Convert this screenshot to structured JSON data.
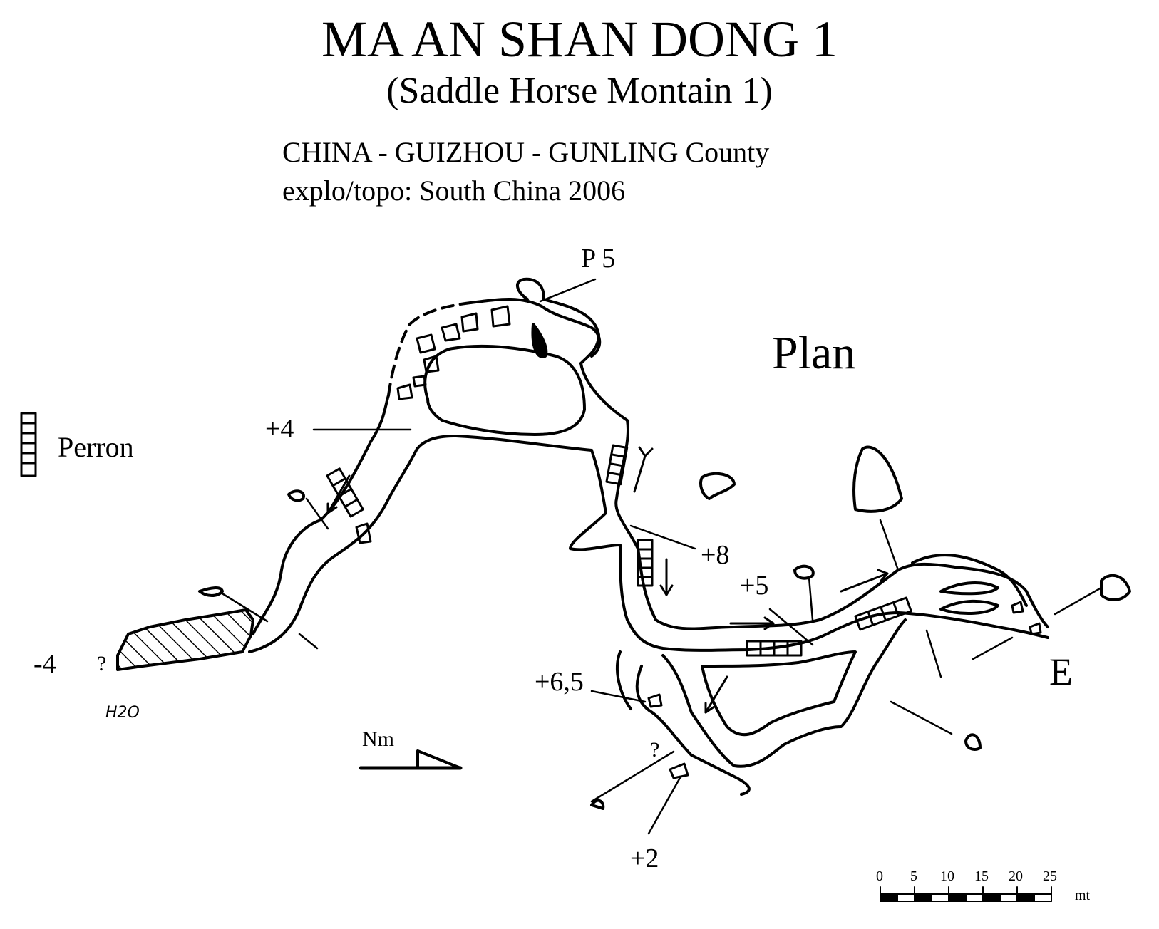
{
  "title": "MA AN SHAN DONG 1",
  "subtitle": "(Saddle Horse Montain 1)",
  "location": "CHINA - GUIZHOU - GUNLING County",
  "credit": "explo/topo: South China 2006",
  "view_label": "Plan",
  "legend": {
    "perron_label": "Perron"
  },
  "north_label": "Nm",
  "entrance_label": "E",
  "water_label": "H2O",
  "question_mark": "?",
  "depth_labels": {
    "p5": "P 5",
    "plus4": "+4",
    "plus8": "+8",
    "plus5": "+5",
    "minus4": "-4",
    "plus6_5": "+6,5",
    "plus2": "+2"
  },
  "scale": {
    "ticks": [
      "0",
      "5",
      "10",
      "15",
      "20",
      "25"
    ],
    "unit": "mt"
  },
  "colors": {
    "ink": "#000000",
    "paper": "#ffffff"
  }
}
